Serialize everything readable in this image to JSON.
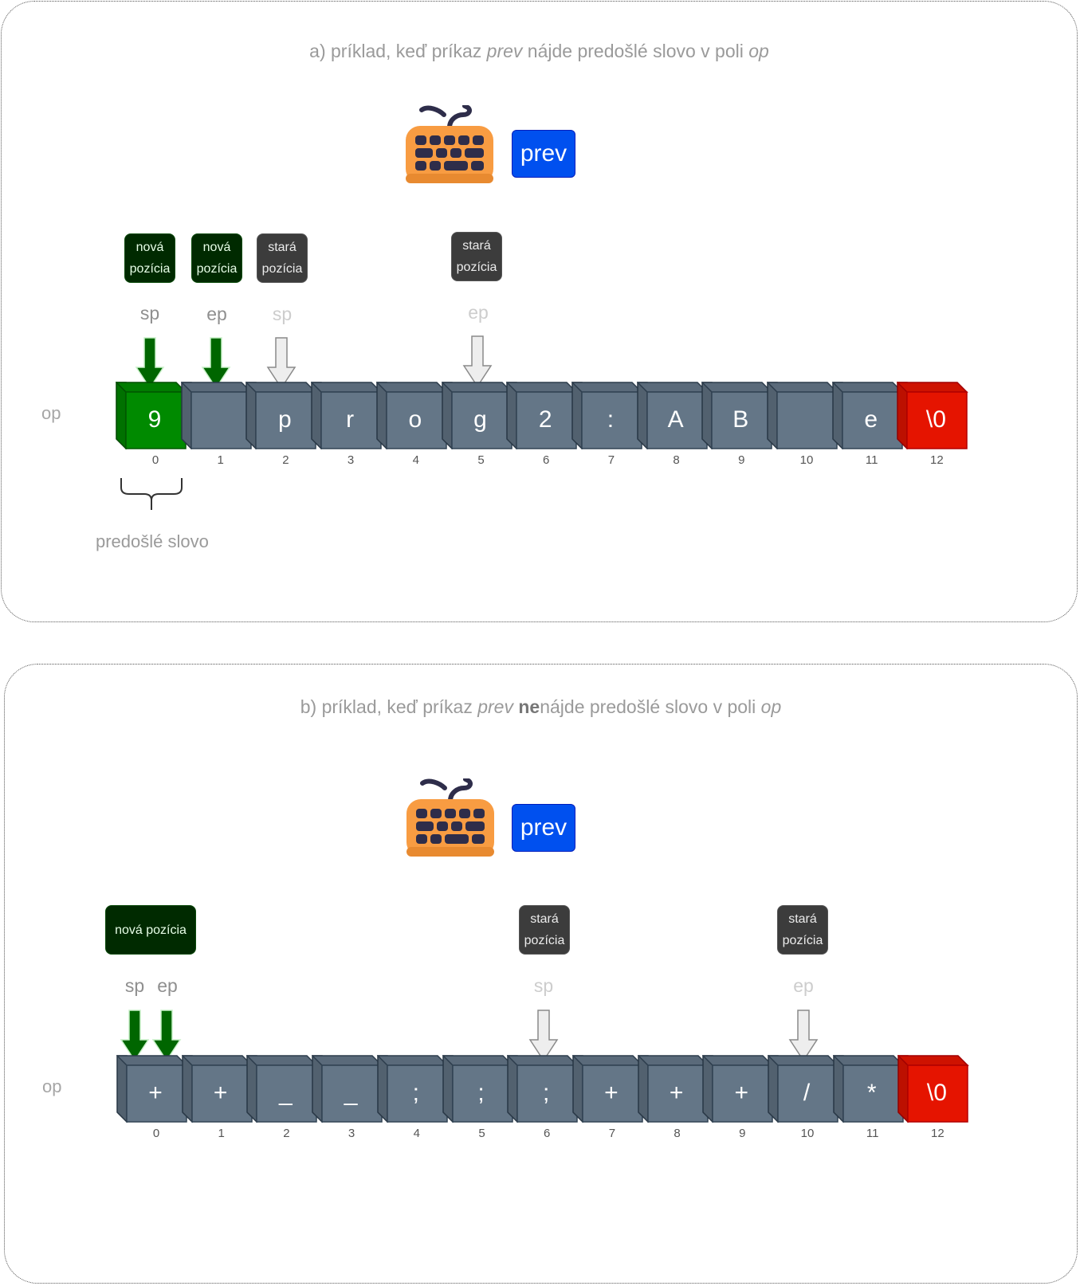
{
  "panel_a": {
    "title_parts": [
      "a) príklad, keď príkaz ",
      "prev",
      " nájde predošlé slovo v poli ",
      "op"
    ],
    "button": "prev",
    "array_label": "op",
    "boxes": {
      "new_sp": [
        "nová",
        "pozícia"
      ],
      "new_ep": [
        "nová",
        "pozícia"
      ],
      "old_sp": [
        "stará",
        "pozícia"
      ],
      "old_ep": [
        "stará",
        "pozícia"
      ]
    },
    "pointers": {
      "new_sp": "sp",
      "new_ep": "ep",
      "old_sp": "sp",
      "old_ep": "ep"
    },
    "cells": [
      "9",
      "",
      "p",
      "r",
      "o",
      "g",
      "2",
      ":",
      "A",
      "B",
      "",
      "e",
      "\\0"
    ],
    "indices": [
      "0",
      "1",
      "2",
      "3",
      "4",
      "5",
      "6",
      "7",
      "8",
      "9",
      "10",
      "11",
      "12"
    ],
    "brace_label": "predošlé slovo"
  },
  "panel_b": {
    "title_parts": [
      "b) príklad, keď príkaz ",
      "prev",
      " ",
      "ne",
      "nájde predošlé slovo v poli ",
      "op"
    ],
    "button": "prev",
    "array_label": "op",
    "boxes": {
      "new": "nová pozícia",
      "old_sp": [
        "stará",
        "pozícia"
      ],
      "old_ep": [
        "stará",
        "pozícia"
      ]
    },
    "pointers": {
      "new_sp": "sp",
      "new_ep": "ep",
      "old_sp": "sp",
      "old_ep": "ep"
    },
    "cells": [
      "+",
      "+",
      "_",
      "_",
      ";",
      ";",
      ";",
      "+",
      "+",
      "+",
      "/",
      "*",
      "\\0"
    ],
    "indices": [
      "0",
      "1",
      "2",
      "3",
      "4",
      "5",
      "6",
      "7",
      "8",
      "9",
      "10",
      "11",
      "12"
    ]
  },
  "colors": {
    "cell_fill": "#647687",
    "cell_border": "#314354",
    "highlight_fill": "#008a00",
    "highlight_border": "#005700",
    "end_fill": "#e51400",
    "end_border": "#b20000",
    "arrow_new": "#006600",
    "arrow_old": "#eeeeee",
    "keyboard_body": "#f89c42",
    "keyboard_keys": "#2e2d4a"
  },
  "icons": {
    "keyboard": "keyboard-icon",
    "arrow": "arrow-down-icon",
    "brace": "curly-brace-icon"
  }
}
